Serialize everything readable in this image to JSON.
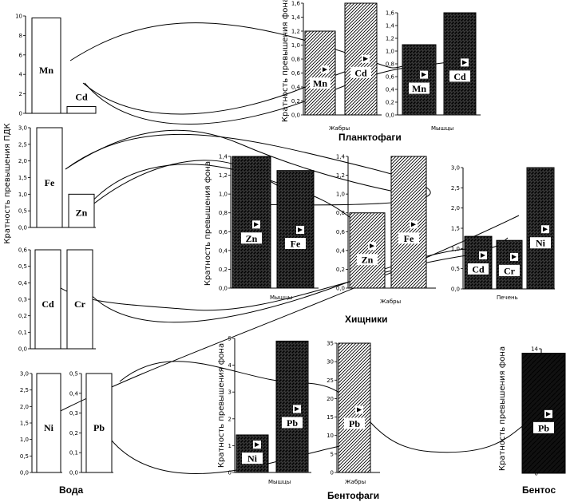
{
  "styles": {
    "wave": "#ffffff",
    "hatch": "#000000",
    "solid": "#000000"
  },
  "chart_data": [
    {
      "id": "w1",
      "type": "bar",
      "ylim": [
        0,
        10
      ],
      "ticks": [
        0,
        2,
        4,
        6,
        8,
        10
      ],
      "categories": [
        "Mn",
        "Cd"
      ],
      "values": [
        9.8,
        0.7
      ],
      "fills": [
        "white",
        "white"
      ],
      "labels": [
        "Mn",
        "Cd"
      ]
    },
    {
      "id": "w2",
      "type": "bar",
      "ylim": [
        0,
        3.0
      ],
      "ticks": [
        0.0,
        0.5,
        1.0,
        1.5,
        2.0,
        2.5,
        3.0
      ],
      "categories": [
        "Fe",
        "Zn"
      ],
      "values": [
        3.0,
        1.0
      ],
      "fills": [
        "white",
        "white"
      ],
      "labels": [
        "Fe",
        "Zn"
      ],
      "ylabel": "Кратность превышения ПДК"
    },
    {
      "id": "w3",
      "type": "bar",
      "ylim": [
        0,
        0.6
      ],
      "ticks": [
        0.0,
        0.1,
        0.2,
        0.3,
        0.4,
        0.5,
        0.6
      ],
      "categories": [
        "Cd",
        "Cr"
      ],
      "values": [
        0.6,
        0.6
      ],
      "fills": [
        "white",
        "white"
      ],
      "labels": [
        "Cd",
        "Cr"
      ]
    },
    {
      "id": "w4a",
      "type": "bar",
      "ylim": [
        0,
        3.0
      ],
      "ticks": [
        0.0,
        0.5,
        1.0,
        1.5,
        2.0,
        2.5,
        3.0
      ],
      "categories": [
        "Ni"
      ],
      "values": [
        3.1
      ],
      "fills": [
        "white"
      ],
      "labels": [
        "Ni"
      ]
    },
    {
      "id": "w4b",
      "type": "bar",
      "ylim": [
        0,
        0.5
      ],
      "ticks": [
        0.0,
        0.1,
        0.2,
        0.3,
        0.4,
        0.5
      ],
      "categories": [
        "Pb"
      ],
      "values": [
        0.5
      ],
      "fills": [
        "white"
      ],
      "labels": [
        "Pb"
      ]
    },
    {
      "id": "p1",
      "type": "bar",
      "ylim": [
        0,
        1.6
      ],
      "ticks": [
        0.0,
        0.2,
        0.4,
        0.6,
        0.8,
        1.0,
        1.2,
        1.4,
        1.6
      ],
      "categories": [
        "Mn",
        "Cd"
      ],
      "values": [
        1.2,
        1.7
      ],
      "fills": [
        "hatch",
        "hatch"
      ],
      "labels": [
        "Mn",
        "Cd"
      ],
      "ylabel": "Кратность превышения фона",
      "xlabel": "Жабры"
    },
    {
      "id": "p2",
      "type": "bar",
      "ylim": [
        0,
        1.6
      ],
      "ticks": [
        0.0,
        0.2,
        0.4,
        0.6,
        0.8,
        1.0,
        1.2,
        1.4,
        1.6
      ],
      "categories": [
        "Mn",
        "Cd"
      ],
      "values": [
        1.1,
        1.6
      ],
      "fills": [
        "dark",
        "dark"
      ],
      "labels": [
        "Mn",
        "Cd"
      ],
      "xlabel": "Мышцы"
    },
    {
      "id": "h1",
      "type": "bar",
      "ylim": [
        0,
        1.4
      ],
      "ticks": [
        0.0,
        0.2,
        0.4,
        0.6,
        0.8,
        1.0,
        1.2,
        1.4
      ],
      "categories": [
        "Zn",
        "Fe"
      ],
      "values": [
        1.4,
        1.25
      ],
      "fills": [
        "dark",
        "dark"
      ],
      "labels": [
        "Zn",
        "Fe"
      ],
      "ylabel": "Кратность превышения фона",
      "xlabel": "Мышцы"
    },
    {
      "id": "h2",
      "type": "bar",
      "ylim": [
        0,
        1.4
      ],
      "ticks": [
        0.0,
        0.2,
        0.4,
        0.6,
        0.8,
        1.0,
        1.2,
        1.4
      ],
      "categories": [
        "Zn",
        "Fe"
      ],
      "values": [
        0.8,
        1.4
      ],
      "fills": [
        "hatch",
        "hatch"
      ],
      "labels": [
        "Zn",
        "Fe"
      ],
      "xlabel": "Жабры"
    },
    {
      "id": "h3",
      "type": "bar",
      "ylim": [
        0,
        3.0
      ],
      "ticks": [
        0.0,
        0.5,
        1.0,
        1.5,
        2.0,
        2.5,
        3.0
      ],
      "categories": [
        "Cd",
        "Cr",
        "Ni"
      ],
      "values": [
        1.3,
        1.2,
        3.1
      ],
      "fills": [
        "dark",
        "dark",
        "dark"
      ],
      "labels": [
        "Cd",
        "Cr",
        "Ni"
      ],
      "xlabel": "Печень"
    },
    {
      "id": "b1",
      "type": "bar",
      "ylim": [
        0,
        5
      ],
      "ticks": [
        0,
        1,
        2,
        3,
        4,
        5
      ],
      "categories": [
        "Ni",
        "Pb"
      ],
      "values": [
        1.4,
        4.9
      ],
      "fills": [
        "dark",
        "dark"
      ],
      "labels": [
        "Ni",
        "Pb"
      ],
      "ylabel": "Кратность превышения фона",
      "xlabel": "Мышцы"
    },
    {
      "id": "b2",
      "type": "bar",
      "ylim": [
        0,
        35
      ],
      "ticks": [
        0,
        5,
        10,
        15,
        20,
        25,
        30,
        35
      ],
      "categories": [
        "Pb"
      ],
      "values": [
        36
      ],
      "fills": [
        "hatch"
      ],
      "labels": [
        "Pb"
      ],
      "xlabel": "Жабры"
    },
    {
      "id": "bn",
      "type": "bar",
      "ylim": [
        0,
        14
      ],
      "ticks": [
        0,
        2,
        4,
        6,
        8,
        10,
        12,
        14
      ],
      "categories": [
        "Pb"
      ],
      "values": [
        13.5
      ],
      "fills": [
        "solid"
      ],
      "labels": [
        "Pb"
      ],
      "ylabel": "Кратность превышения фона"
    }
  ],
  "groups": {
    "water": "Вода",
    "plankto": "Планктофаги",
    "predators": "Хищники",
    "benthophages": "Бентофаги",
    "benthos": "Бентос"
  }
}
